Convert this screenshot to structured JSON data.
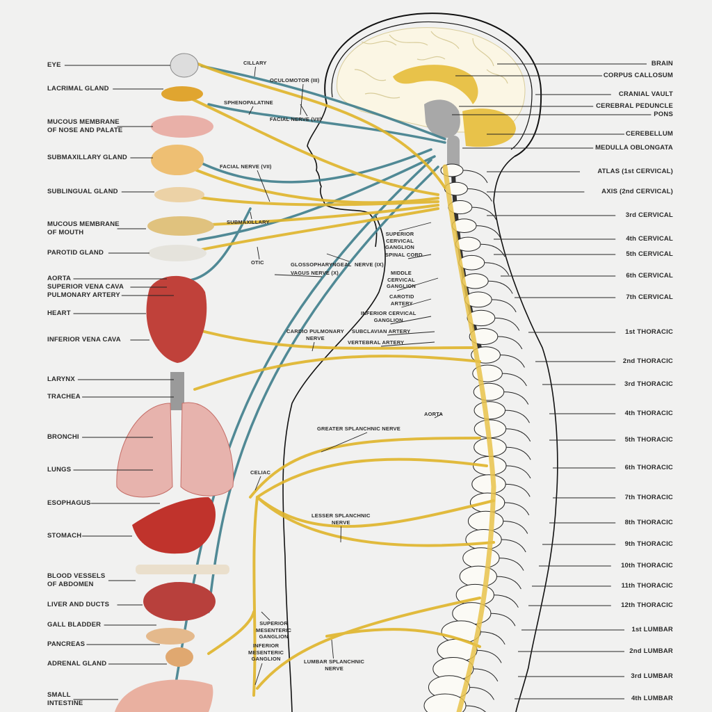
{
  "left_labels": [
    "EYE",
    "LACRIMAL GLAND",
    "MUCOUS MEMBRANE\nOF NOSE AND PALATE",
    "SUBMAXILLARY GLAND",
    "SUBLINGUAL GLAND",
    "MUCOUS MEMBRANE\nOF MOUTH",
    "PAROTID GLAND",
    "AORTA",
    "SUPERIOR VENA CAVA",
    "PULMONARY ARTERY",
    "HEART",
    "INFERIOR VENA CAVA",
    "LARYNX",
    "TRACHEA",
    "BRONCHI",
    "LUNGS",
    "ESOPHAGUS",
    "STOMACH",
    "BLOOD VESSELS\nOF ABDOMEN",
    "LIVER AND DUCTS",
    "GALL BLADDER",
    "PANCREAS",
    "ADRENAL GLAND",
    "SMALL\nINTESTINE"
  ],
  "right_labels": [
    "BRAIN",
    "CORPUS CALLOSUM",
    "CRANIAL VAULT",
    "CEREBRAL PEDUNCLE",
    "PONS",
    "CEREBELLUM",
    "MEDULLA OBLONGATA",
    "ATLAS (1st CERVICAL)",
    "AXIS (2nd CERVICAL)",
    "3rd CERVICAL",
    "4th CERVICAL",
    "5th CERVICAL",
    "6th CERVICAL",
    "7th CERVICAL",
    "1st THORACIC",
    "2nd THORACIC",
    "3rd THORACIC",
    "4th THORACIC",
    "5th THORACIC",
    "6th THORACIC",
    "7th THORACIC",
    "8th THORACIC",
    "9th THORACIC",
    "10th THORACIC",
    "11th THORACIC",
    "12th THORACIC",
    "1st LUMBAR",
    "2nd LUMBAR",
    "3rd LUMBAR",
    "4th LUMBAR"
  ],
  "middle_labels": [
    "CILLARY",
    "OCULOMOTOR (III)",
    "SPHENOPALATINE",
    "FACIAL NERVE (VII)",
    "FACIAL NERVE (VII)",
    "SUBMAXILLARY",
    "OTIC",
    "GLOSSOPHARYNGEAL  NERVE (IX)",
    "VAGUS NERVE (X)",
    "SUPERIOR\nCERVICAL\nGANGLION",
    "SPINAL CORD",
    "MIDDLE\nCERVICAL\nGANGLION",
    "CAROTID\nARTERY",
    "INFERIOR CERVICAL\nGANGLION",
    "SUBCLAVIAN ARTERY",
    "VERTEBRAL ARTERY",
    "CARDIO PULMONARY\nNERVE",
    "AORTA",
    "GREATER SPLANCHNIC NERVE",
    "CELIAC",
    "LESSER SPLANCHNIC\nNERVE",
    "SUPERIOR\nMESENTERIC\nGANGLION",
    "INFERIOR\nMESENTERIC\nGANGLION",
    "LUMBAR SPLANCHNIC\nNERVE"
  ],
  "colors": {
    "sympathetic": "#e0b52a",
    "parasympathetic": "#3f7e8c",
    "brain_fill": "#fbf6e4",
    "organ_red": "#c0413a",
    "outline": "#111111"
  }
}
